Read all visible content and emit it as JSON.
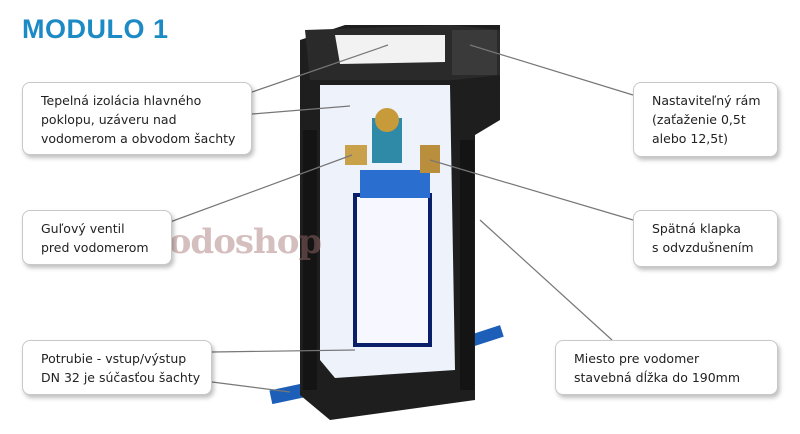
{
  "title": "MODULO 1",
  "watermark": "vodoshop",
  "callouts": {
    "insulation": [
      "Tepelná izolácia hlavného",
      "poklopu, uzáveru nad",
      "vodomerom a obvodom šachty"
    ],
    "ball_valve": [
      "Guľový ventil",
      "pred vodomerom"
    ],
    "pipes": [
      "Potrubie - vstup/výstup",
      "DN 32 je súčasťou šachty"
    ],
    "frame": [
      "Nastaviteľný rám",
      "(zaťaženie 0,5t",
      "alebo 12,5t)"
    ],
    "check_valve": [
      "Spätná klapka",
      "s odvzdušnením"
    ],
    "meter_place": [
      "Miesto pre vodomer",
      "stavebná dĺžka do 190mm"
    ]
  },
  "colors": {
    "title": "#1c8ac4",
    "shaft": "#1e1e1e",
    "insulation": "#eef2fa",
    "pipe": "#1d5fb8"
  }
}
